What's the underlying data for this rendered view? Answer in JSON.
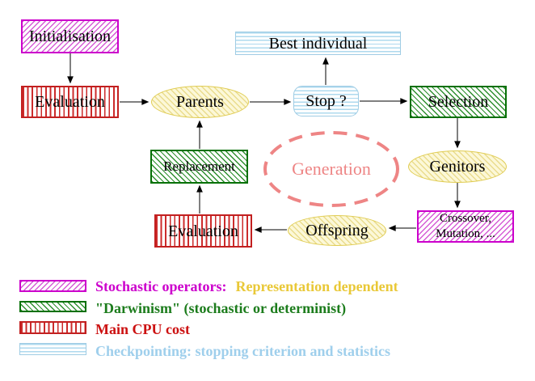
{
  "diagram": {
    "nodes": {
      "initialisation": "Initialisation",
      "evaluation_top": "Evaluation",
      "parents": "Parents",
      "stop": "Stop ?",
      "best_individual": "Best individual",
      "selection": "Selection",
      "genitors": "Genitors",
      "crossover_line1": "Crossover,",
      "crossover_line2": "Mutation, ...",
      "offspring": "Offspring",
      "evaluation_bottom": "Evaluation",
      "replacement": "Replacement",
      "generation": "Generation"
    }
  },
  "legend": {
    "items": [
      {
        "swatch": "magenta-diagonal-hatch",
        "label": "Stochastic operators:",
        "label_suffix": "Representation dependent"
      },
      {
        "swatch": "green-diagonal-hatch",
        "label": "\"Darwinism\" (stochastic or determinist)"
      },
      {
        "swatch": "red-vertical-stripes",
        "label": "Main CPU cost"
      },
      {
        "swatch": "blue-horizontal-stripes",
        "label": "Checkpointing: stopping criterion and statistics"
      }
    ]
  },
  "colors": {
    "magenta": "#cc00cc",
    "red": "#c22020",
    "green": "#067006",
    "yellow_border": "#e0cc52",
    "yellow_fill": "#fcf8d8",
    "blue": "#9fcce4",
    "salmon": "#ee8585",
    "gold_text": "#e9c837",
    "arrow_black": "#000000"
  }
}
